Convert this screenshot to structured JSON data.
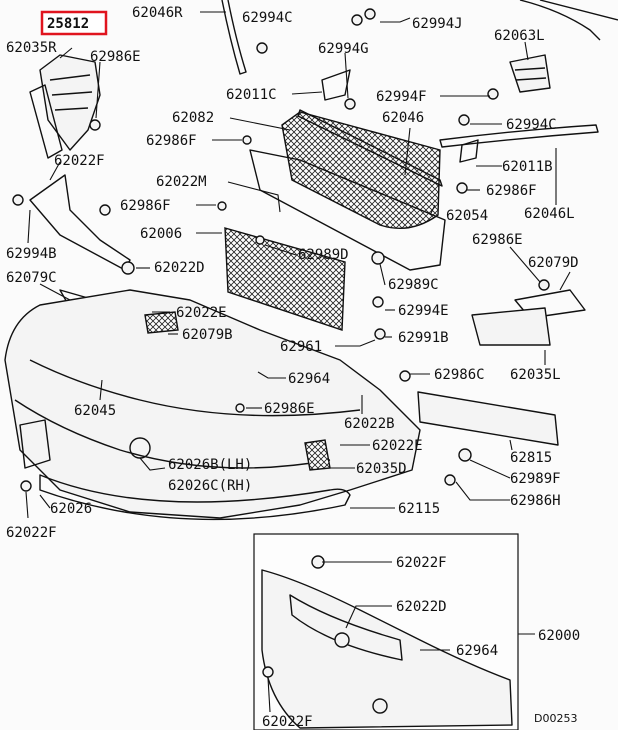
{
  "diagram_id": "25812",
  "footer_code": "D00253",
  "highlight_color": "#e0141e",
  "main_labels": [
    {
      "id": "l62046R",
      "text": "62046R"
    },
    {
      "id": "l62994C_a",
      "text": "62994C"
    },
    {
      "id": "l62994J",
      "text": "62994J"
    },
    {
      "id": "l62035R",
      "text": "62035R"
    },
    {
      "id": "l62986E_a",
      "text": "62986E"
    },
    {
      "id": "l62994G",
      "text": "62994G"
    },
    {
      "id": "l62063L",
      "text": "62063L"
    },
    {
      "id": "l62011C",
      "text": "62011C"
    },
    {
      "id": "l62994F",
      "text": "62994F"
    },
    {
      "id": "l62082",
      "text": "62082"
    },
    {
      "id": "l62046",
      "text": "62046"
    },
    {
      "id": "l62994C_b",
      "text": "62994C"
    },
    {
      "id": "l62986F_a",
      "text": "62986F"
    },
    {
      "id": "l62022F_a",
      "text": "62022F"
    },
    {
      "id": "l62011B",
      "text": "62011B"
    },
    {
      "id": "l62022M",
      "text": "62022M"
    },
    {
      "id": "l62986F_b",
      "text": "62986F"
    },
    {
      "id": "l62986F_c",
      "text": "62986F"
    },
    {
      "id": "l62054",
      "text": "62054"
    },
    {
      "id": "l62046L",
      "text": "62046L"
    },
    {
      "id": "l62006",
      "text": "62006"
    },
    {
      "id": "l62986E_b",
      "text": "62986E"
    },
    {
      "id": "l62994B",
      "text": "62994B"
    },
    {
      "id": "l62989D",
      "text": "62989D"
    },
    {
      "id": "l62022D_a",
      "text": "62022D"
    },
    {
      "id": "l62079D",
      "text": "62079D"
    },
    {
      "id": "l62079C",
      "text": "62079C"
    },
    {
      "id": "l62989C",
      "text": "62989C"
    },
    {
      "id": "l62022E_a",
      "text": "62022E"
    },
    {
      "id": "l62994E",
      "text": "62994E"
    },
    {
      "id": "l62079B",
      "text": "62079B"
    },
    {
      "id": "l62961",
      "text": "62961"
    },
    {
      "id": "l62991B",
      "text": "62991B"
    },
    {
      "id": "l62964_a",
      "text": "62964"
    },
    {
      "id": "l62986C",
      "text": "62986C"
    },
    {
      "id": "l62035L",
      "text": "62035L"
    },
    {
      "id": "l62045",
      "text": "62045"
    },
    {
      "id": "l62986E_c",
      "text": "62986E"
    },
    {
      "id": "l62022B",
      "text": "62022B"
    },
    {
      "id": "l62022E_b",
      "text": "62022E"
    },
    {
      "id": "l62815",
      "text": "62815"
    },
    {
      "id": "l62026B",
      "text": "62026B(LH)"
    },
    {
      "id": "l62035D",
      "text": "62035D"
    },
    {
      "id": "l62989F",
      "text": "62989F"
    },
    {
      "id": "l62026C",
      "text": "62026C(RH)"
    },
    {
      "id": "l62986H",
      "text": "62986H"
    },
    {
      "id": "l62026",
      "text": "62026"
    },
    {
      "id": "l62115",
      "text": "62115"
    },
    {
      "id": "l62022F_b",
      "text": "62022F"
    }
  ],
  "inset_labels": [
    {
      "id": "i62022F_a",
      "text": "62022F"
    },
    {
      "id": "i62022D",
      "text": "62022D"
    },
    {
      "id": "i62964",
      "text": "62964"
    },
    {
      "id": "i62000",
      "text": "62000"
    },
    {
      "id": "i62022F_b",
      "text": "62022F"
    }
  ]
}
